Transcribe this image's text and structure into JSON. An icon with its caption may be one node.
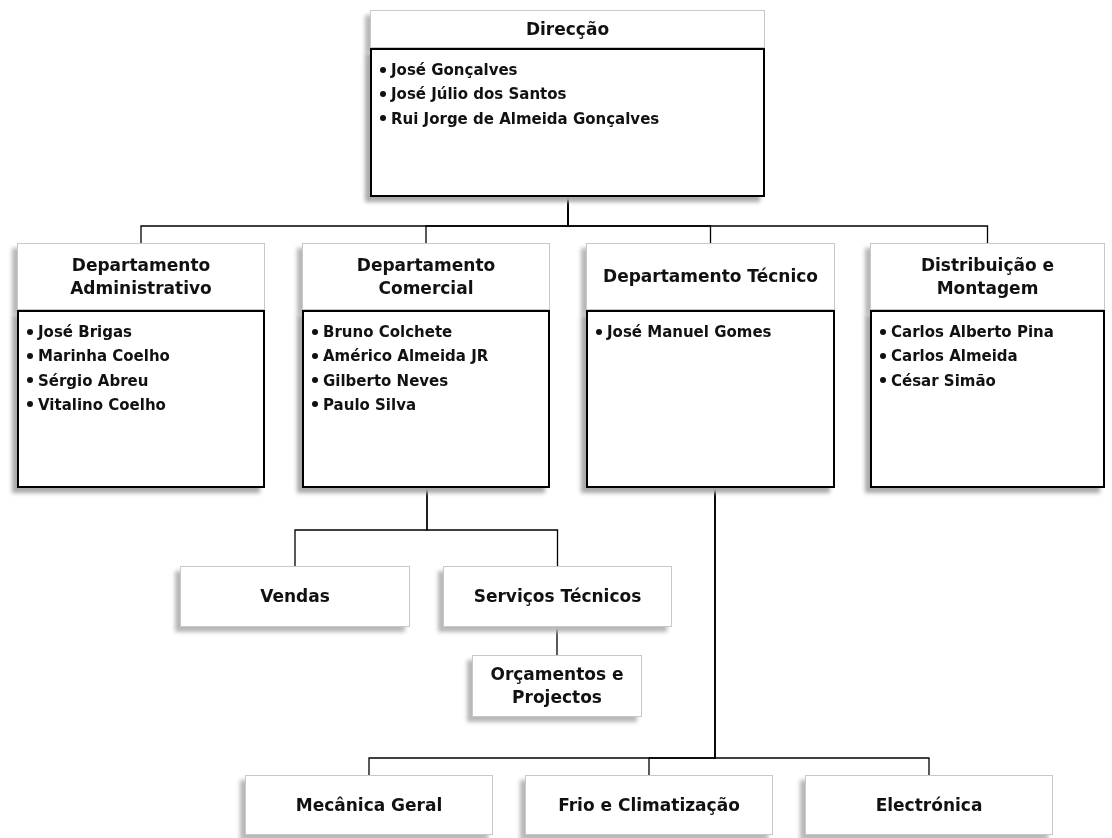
{
  "diagram": {
    "nodes": [
      {
        "text": [
          "Direcção"
        ]
      },
      {
        "text": [
          "José Gonçalves",
          "José Júlio dos Santos",
          "Rui Jorge de Almeida Gonçalves"
        ]
      },
      {
        "text": [
          "Departamento Administrativo"
        ]
      },
      {
        "text": [
          "José Brigas",
          "Marinha Coelho",
          "Sérgio  Abreu",
          "Vitalino Coelho"
        ]
      },
      {
        "text": [
          "Departamento Comercial"
        ]
      },
      {
        "text": [
          "Bruno Colchete",
          "Américo Almeida JR",
          "Gilberto Neves",
          "Paulo Silva"
        ]
      },
      {
        "text": [
          "Departamento Técnico"
        ]
      },
      {
        "text": [
          "José Manuel Gomes"
        ]
      },
      {
        "text": [
          "Distribuição e Montagem"
        ]
      },
      {
        "text": [
          "Carlos Alberto  Pina",
          "Carlos Almeida",
          "César Simão"
        ]
      },
      {
        "text": [
          "Vendas"
        ]
      },
      {
        "text": [
          "Serviços Técnicos"
        ]
      },
      {
        "text": [
          "Orçamentos e Projectos"
        ]
      },
      {
        "text": [
          "Mecânica Geral"
        ]
      },
      {
        "text": [
          "Frio e Climatização"
        ]
      },
      {
        "text": [
          "Electrónica"
        ]
      }
    ],
    "edges": [
      {
        "from": 1,
        "to": 2,
        "arrow": "none"
      },
      {
        "from": 1,
        "to": 4,
        "arrow": "none"
      },
      {
        "from": 1,
        "to": 6,
        "arrow": "none"
      },
      {
        "from": 1,
        "to": 8,
        "arrow": "none"
      },
      {
        "from": 5,
        "to": 10,
        "arrow": "none"
      },
      {
        "from": 5,
        "to": 11,
        "arrow": "none"
      },
      {
        "from": 11,
        "to": 12,
        "arrow": "none"
      },
      {
        "from": 7,
        "to": 13,
        "arrow": "none"
      },
      {
        "from": 7,
        "to": 14,
        "arrow": "none"
      },
      {
        "from": 7,
        "to": 15,
        "arrow": "none"
      }
    ]
  }
}
